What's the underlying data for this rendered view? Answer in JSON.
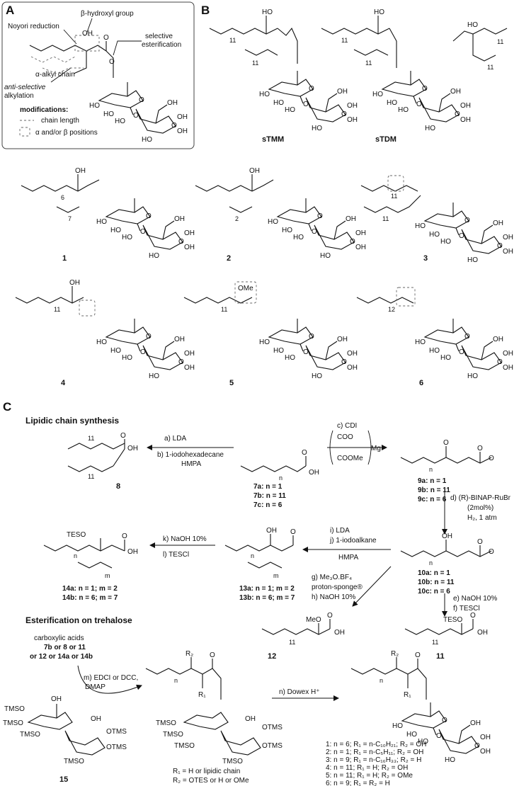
{
  "panelA": {
    "letter": "A",
    "labels": {
      "noyori": "Noyori reduction",
      "hydroxyl": "β-hydroxyl group",
      "selective": "selective",
      "esterification": "esterification",
      "alpha_alkyl": "α-alkyl chain",
      "anti_selective": "anti-selective",
      "alkylation": "alkylation"
    },
    "modifications_title": "modifications:",
    "legend_chain": "chain length",
    "legend_positions": "α and/or β positions",
    "atoms": {
      "oh": "OH",
      "o1": "O",
      "o2": "O"
    }
  },
  "panelB": {
    "letter": "B",
    "compounds": [
      "sTMM",
      "sTDM"
    ]
  },
  "compounds_row1": [
    "1",
    "2",
    "3"
  ],
  "compounds_row2": [
    "4",
    "5",
    "6"
  ],
  "panelC": {
    "letter": "C",
    "lipidic_title": "Lipidic chain synthesis",
    "esterif_title": "Esterification on trehalose",
    "steps": {
      "a": "a) LDA",
      "b": "b) 1-iodohexadecane",
      "hmpa": "HMPA",
      "c": "c) CDI",
      "coo": "COO",
      "coome": "COOMe",
      "mg": "Mg",
      "d": "d) (R)-BINAP-RuBr",
      "d2": "(2mol%)",
      "d3": "H₂, 1 atm",
      "e": "e) NaOH 10%",
      "f": "f) TESCl",
      "g": "g) Me₃O.BF₄",
      "g2": "proton-sponge®",
      "h": "h) NaOH 10%",
      "i": "i) LDA",
      "j": "j) 1-iodoalkane",
      "hmpa2": "HMPA",
      "k": "k) NaOH 10%",
      "l": "l) TESCl",
      "m": "m) EDCI or DCC,",
      "m2": "DMAP",
      "n": "n) Dowex H⁺"
    },
    "acids_list": [
      "carboxylic acids",
      "7b or 8 or 11",
      "or 12 or 14a or 14b"
    ],
    "cmp7": [
      "7a: n = 1",
      "7b: n = 11",
      "7c: n = 6"
    ],
    "cmp9": [
      "9a: n = 1",
      "9b: n = 11",
      "9c: n = 6"
    ],
    "cmp10": [
      "10a: n = 1",
      "10b: n = 11",
      "10c: n = 6"
    ],
    "cmp13": [
      "13a: n = 1; m = 2",
      "13b: n = 6; m = 7"
    ],
    "cmp14": [
      "14a: n = 1; m = 2",
      "14b: n = 6; m = 7"
    ],
    "labels": {
      "c8": "8",
      "c11": "11",
      "c12": "12",
      "c15": "15"
    },
    "r_defs": [
      "R₁ = H or lipidic chain",
      "R₂ = OTES or H or OMe"
    ],
    "final": [
      "1: n = 6; R₁ = n-C₁₀H₂₁; R₂ = OH",
      "2: n = 1; R₁ = n-C₅H₁₁; R₂ = OH",
      "3: n = 9; R₁ = n-C₁₆H₃₃; R₂ = H",
      "4: n = 11; R₁ = H; R₂ = OH",
      "5: n = 11; R₁ = H; R₂ = OMe",
      "6: n = 9; R₁ = R₂ = H"
    ],
    "atoms": {
      "oh": "OH",
      "o": "O",
      "otms": "OTMS",
      "tmso": "TMSO",
      "tes": "TESO",
      "meo": "MeO",
      "r1": "R₁",
      "r2": "R₂"
    }
  }
}
